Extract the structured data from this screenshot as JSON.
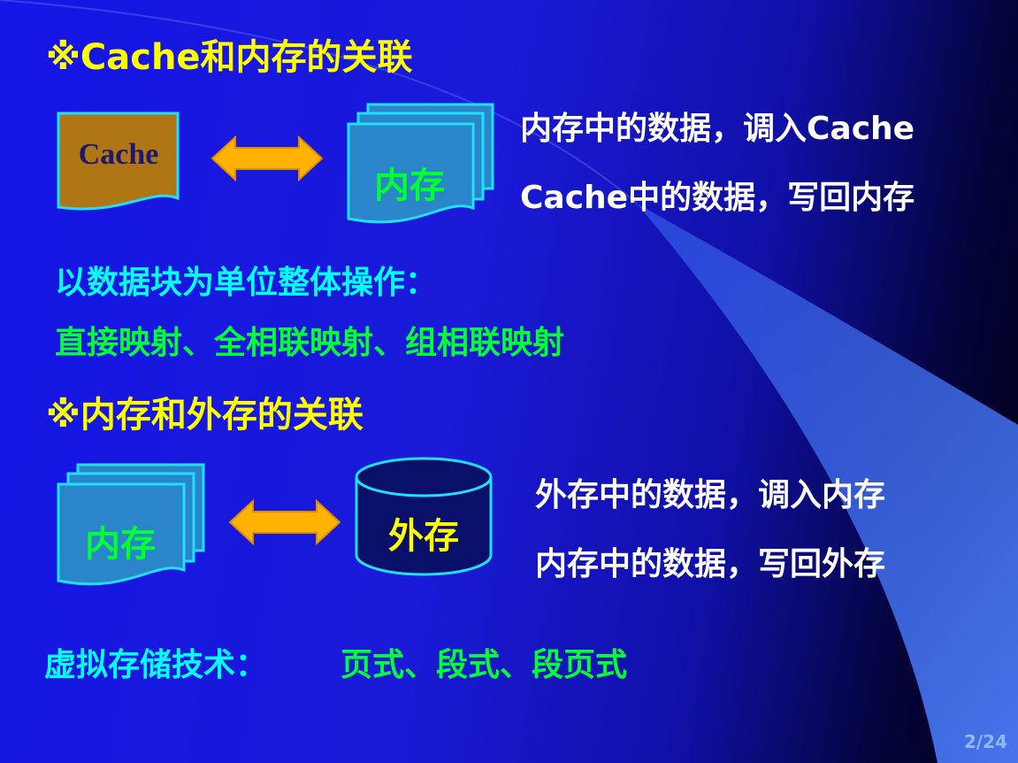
{
  "section1": {
    "heading": "※Cache和内存的关联",
    "cache_label": "Cache",
    "memory_label": "内存",
    "desc_line1": "内存中的数据，调入Cache",
    "desc_line2": "Cache中的数据，写回内存",
    "note_line1": "以数据块为单位整体操作：",
    "note_line2": "直接映射、全相联映射、组相联映射"
  },
  "section2": {
    "heading": "※内存和外存的关联",
    "memory_label": "内存",
    "external_label": "外存",
    "desc_line1": "外存中的数据，调入内存",
    "desc_line2": "内存中的数据，写回外存",
    "note_label": "虚拟存储技术：",
    "note_values": "页式、段式、段页式"
  },
  "page_number": "2/24",
  "colors": {
    "heading": "#ffff00",
    "desc": "#ffffff",
    "note_label": "#00ffff",
    "note_values": "#00ff33",
    "cache_fill": "#b07515",
    "memory_fill": "#2a86c8",
    "arrow_fill": "#ffb300"
  },
  "icons": [
    "cache-document-shape",
    "memory-multidocument-shape",
    "bidirectional-arrow",
    "disk-cylinder-shape"
  ]
}
